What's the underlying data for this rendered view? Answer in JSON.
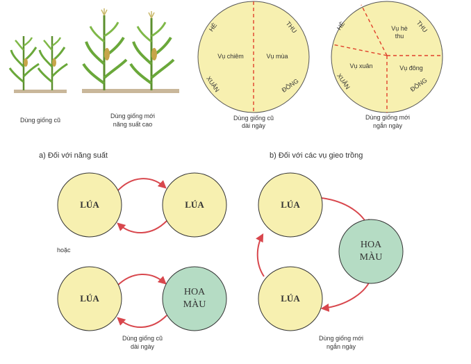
{
  "plants": {
    "old_caption": "Dùng giống cũ",
    "new_caption_l1": "Dùng giống mới",
    "new_caption_l2": "năng suất cao"
  },
  "pie_long": {
    "he": "HÈ",
    "thu": "THU",
    "xuan": "XUÂN",
    "dong": "ĐÔNG",
    "vu_chiem": "Vụ chiêm",
    "vu_mua": "Vụ mùa",
    "caption_l1": "Dùng giống cũ",
    "caption_l2": "dài ngày"
  },
  "pie_short": {
    "he": "HÈ",
    "thu": "THU",
    "xuan": "XUÂN",
    "dong": "ĐÔNG",
    "vu_he_thu_l1": "Vụ hè",
    "vu_he_thu_l2": "thu",
    "vu_xuan": "Vụ xuân",
    "vu_dong": "Vụ đông",
    "caption_l1": "Dùng giống mới",
    "caption_l2": "ngắn ngày"
  },
  "section_a": "a) Đối với năng suất",
  "section_b": "b) Đối với các vụ gieo trồng",
  "hoac": "hoặc",
  "cycles": {
    "lua": "LÚA",
    "hoa_mau_l1": "HOA",
    "hoa_mau_l2": "MÀU",
    "left_caption_l1": "Dùng giống cũ",
    "left_caption_l2": "dài ngày",
    "right_caption_l1": "Dùng giống mới",
    "right_caption_l2": "ngắn ngày"
  },
  "colors": {
    "lua_fill": "#f7f0b0",
    "hoa_mau_fill": "#b5dcc4",
    "arrow": "#d8474d",
    "divider": "#e0402a",
    "plant_green": "#6aa83a"
  }
}
